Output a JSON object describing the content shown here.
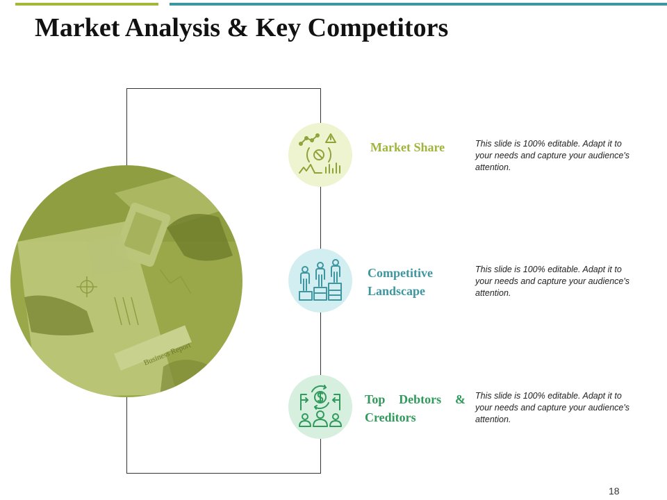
{
  "slide": {
    "title": "Market Analysis & Key Competitors",
    "page_number": "18"
  },
  "items": [
    {
      "heading": "Market Share",
      "description": "This slide is 100% editable. Adapt it to your needs and capture your audience's attention.",
      "icon": "market-chart-icon",
      "color": "#9fb53b"
    },
    {
      "heading": "Competitive Landscape",
      "description": "This slide is 100% editable. Adapt it to your needs and capture your audience's attention.",
      "icon": "people-podium-icon",
      "color": "#3e96a0"
    },
    {
      "heading": "Top Debtors & Creditors",
      "description": "This slide is 100% editable. Adapt it to your needs and capture your audience's attention.",
      "icon": "dollar-exchange-icon",
      "color": "#2f9a5b"
    }
  ],
  "photo": {
    "report_label": "Business Report"
  },
  "colors": {
    "accent_green": "#a3b83a",
    "accent_teal": "#3e96a0",
    "photo_tint": "#9aa84a"
  }
}
